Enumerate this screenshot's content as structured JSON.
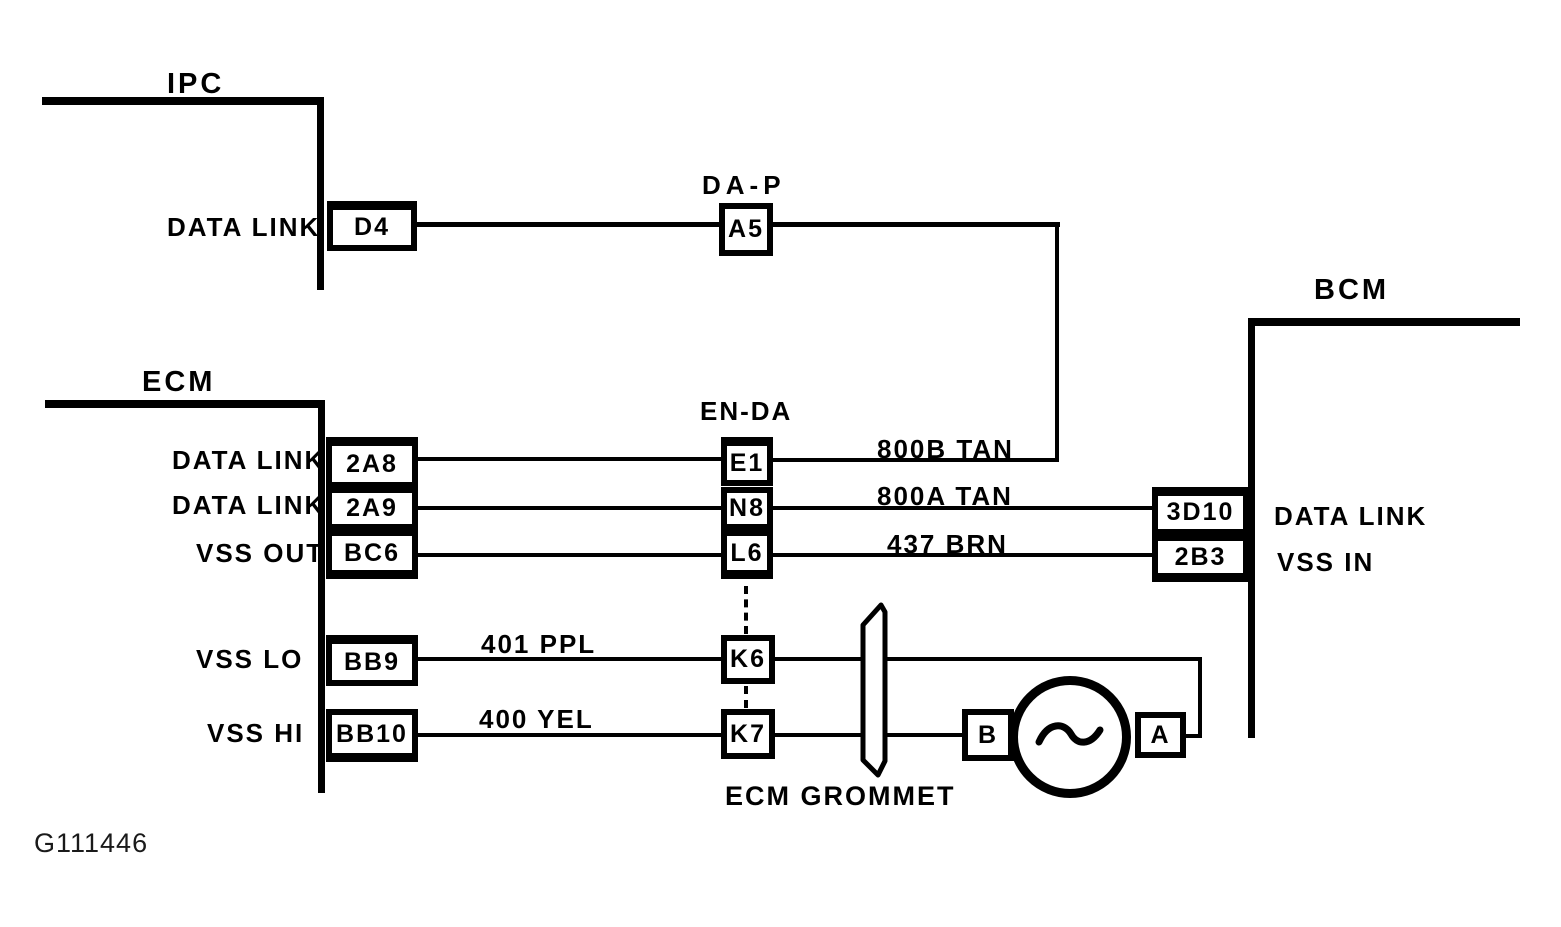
{
  "figure_number": "G111446",
  "modules": {
    "ipc": {
      "title": "IPC",
      "pins": [
        {
          "signal": "DATA LINK",
          "terminal": "D4"
        }
      ]
    },
    "ecm": {
      "title": "ECM",
      "pins": [
        {
          "signal": "DATA LINK",
          "terminal": "2A8"
        },
        {
          "signal": "DATA LINK",
          "terminal": "2A9"
        },
        {
          "signal": "VSS OUT",
          "terminal": "BC6"
        },
        {
          "signal": "VSS LO",
          "terminal": "BB9"
        },
        {
          "signal": "VSS HI",
          "terminal": "BB10"
        }
      ]
    },
    "bcm": {
      "title": "BCM",
      "pins": [
        {
          "signal": "DATA LINK",
          "terminal": "3D10"
        },
        {
          "signal": "VSS IN",
          "terminal": "2B3"
        }
      ]
    }
  },
  "connectors": {
    "da_p": {
      "name": "DA-P",
      "terminal": "A5"
    },
    "en_da": {
      "name": "EN-DA",
      "terminals": [
        "E1",
        "N8",
        "L6"
      ]
    },
    "grommet": {
      "name": "ECM GROMMET",
      "terminals": [
        "K6",
        "K7"
      ]
    }
  },
  "wires": {
    "w800b": "800B TAN",
    "w800a": "800A TAN",
    "w437": "437 BRN",
    "w401": "401 PPL",
    "w400": "400 YEL"
  },
  "sensor": {
    "terminal_left": "B",
    "terminal_right": "A"
  }
}
